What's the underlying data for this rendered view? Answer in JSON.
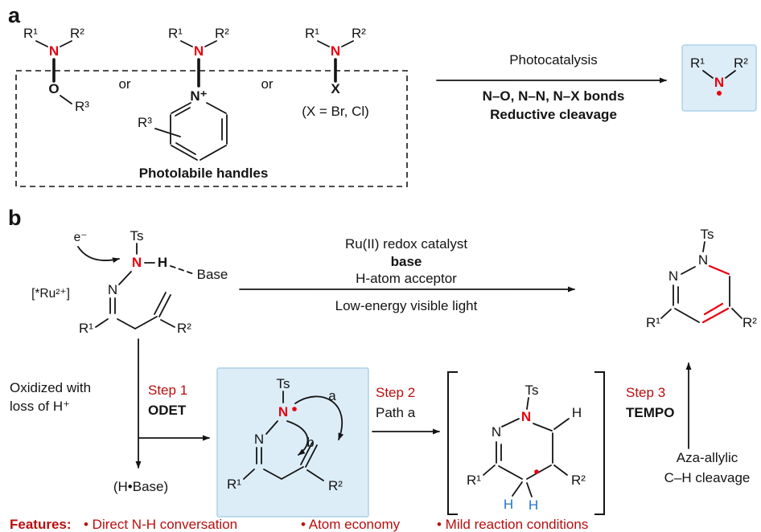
{
  "colors": {
    "atom_red": "#e8000f",
    "accent_red": "#bb0d0d",
    "hydrogen_blue": "#2076cf",
    "highlight_fill": "#dcedf8"
  },
  "figure": {
    "panel_a_label": "a",
    "panel_b_label": "b"
  },
  "panel_a": {
    "handle1": {
      "r1": "R¹",
      "r2": "R²",
      "n": "N",
      "o": "O",
      "r3": "R³"
    },
    "or_1": "or",
    "handle2": {
      "r1": "R¹",
      "r2": "R²",
      "n": "N",
      "n_plus": "N⁺",
      "r3": "R³"
    },
    "or_2": "or",
    "handle3": {
      "r1": "R¹",
      "r2": "R²",
      "n": "N",
      "x": "X",
      "note": "(X = Br, Cl)"
    },
    "handles_caption": "Photolabile handles",
    "conditions": {
      "above": "Photocatalysis",
      "below1": "N–O, N–N, N–X bonds",
      "below2": "Reductive cleavage"
    },
    "product": {
      "r1": "R¹",
      "r2": "R²",
      "n": "N"
    }
  },
  "panel_b": {
    "substrate": {
      "electron": "e⁻",
      "ts": "Ts",
      "n_red": "N",
      "h": "H",
      "base": "Base",
      "catalyst": "[*Ru²⁺]",
      "n2": "N",
      "r1": "R¹",
      "r2": "R²"
    },
    "conditions": {
      "line1": "Ru(II) redox catalyst",
      "line2": "base",
      "line3": "H-atom acceptor",
      "line4": "Low-energy visible light"
    },
    "product": {
      "ts": "Ts",
      "n1": "N",
      "n2": "N",
      "r1": "R¹",
      "r2": "R²"
    },
    "step1": {
      "oxidized1": "Oxidized with",
      "oxidized2": "loss of H⁺",
      "label": "Step 1",
      "mechanism": "ODET",
      "byproduct": "(H•Base)"
    },
    "radical": {
      "ts": "Ts",
      "n": "N",
      "path_a": "a",
      "path_b": "b",
      "n2": "N",
      "r1": "R¹",
      "r2": "R²"
    },
    "step2": {
      "label": "Step 2",
      "path": "Path a"
    },
    "intermediate": {
      "ts": "Ts",
      "n1": "N",
      "h": "H",
      "n2": "N",
      "r1": "R¹",
      "r2": "R²",
      "h_left": "H",
      "h_right": "H"
    },
    "step3": {
      "label": "Step 3",
      "reagent": "TEMPO",
      "cleavage1": "Aza-allylic",
      "cleavage2": "C–H cleavage"
    }
  },
  "features": {
    "label": "Features:",
    "item1": "• Direct N-H conversation",
    "item2": "• Atom economy",
    "item3": "• Mild reaction conditions"
  }
}
